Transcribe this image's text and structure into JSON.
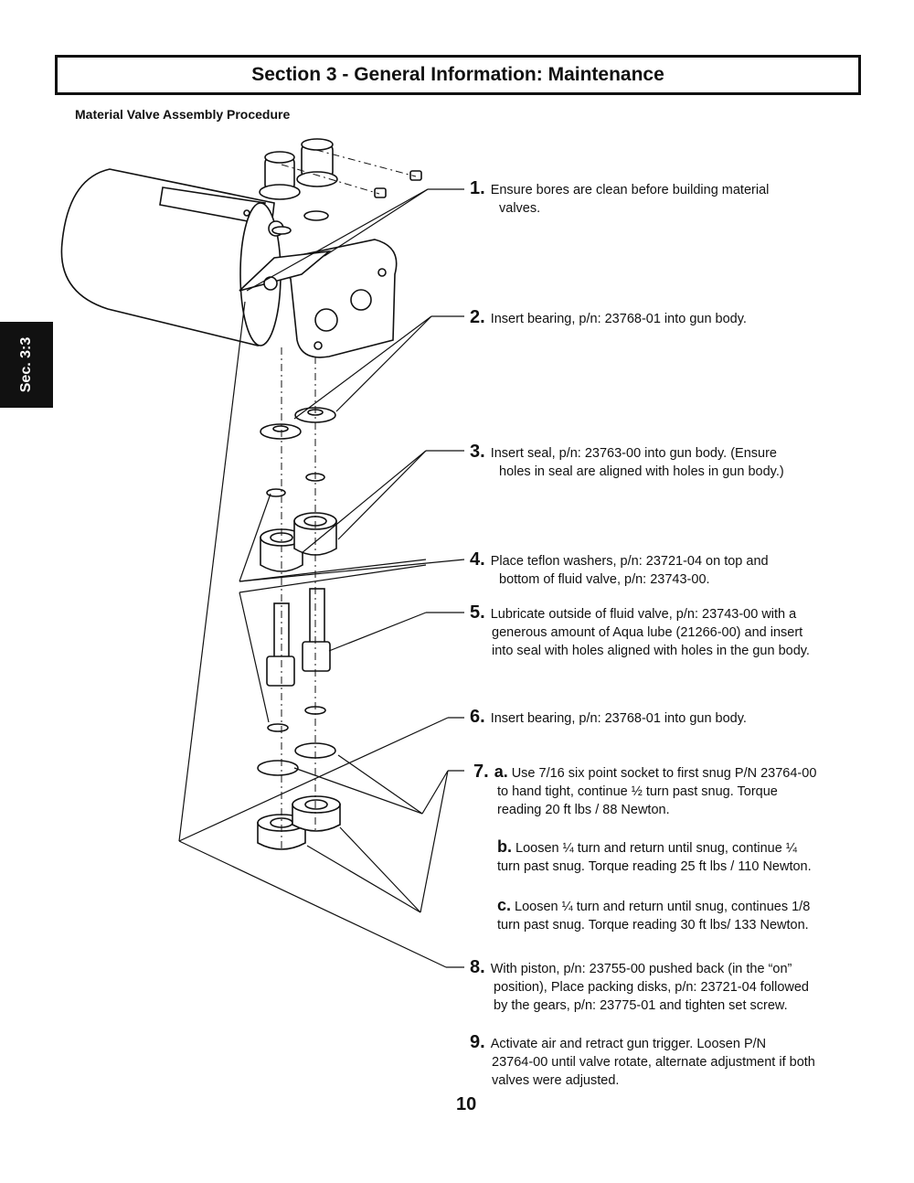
{
  "header": {
    "title": "Section 3 - General Information: Maintenance"
  },
  "subtitle": "Material Valve Assembly Procedure",
  "side_tab": "Sec. 3:3",
  "steps": [
    {
      "num": "1.",
      "lines": [
        "Ensure bores are clean before building material",
        "valves."
      ]
    },
    {
      "num": "2.",
      "lines": [
        "Insert bearing, p/n: 23768-01 into gun body."
      ]
    },
    {
      "num": "3.",
      "lines": [
        "Insert seal, p/n: 23763-00 into gun body. (Ensure",
        "holes in seal are aligned with holes in gun body.)"
      ]
    },
    {
      "num": "4.",
      "lines": [
        "Place teflon washers, p/n: 23721-04 on top and",
        "bottom of fluid valve, p/n: 23743-00."
      ]
    },
    {
      "num": "5.",
      "lines": [
        "Lubricate outside of fluid valve, p/n: 23743-00 with a",
        "generous amount of Aqua lube (21266-00) and insert",
        "into seal with holes aligned with holes in the gun body."
      ]
    },
    {
      "num": "6.",
      "lines": [
        "Insert bearing, p/n: 23768-01 into gun body."
      ]
    },
    {
      "num": "7.",
      "sub": "a.",
      "lines": [
        "Use 7/16 six point socket to first snug P/N 23764-00",
        "to hand tight, continue ½ turn past snug. Torque",
        "reading 20 ft lbs / 88 Newton."
      ]
    },
    {
      "sub": "b.",
      "lines": [
        "Loosen ¼ turn and return until snug, continue ¼",
        "turn past snug. Torque reading 25 ft lbs / 110 Newton."
      ]
    },
    {
      "sub": "c.",
      "lines": [
        "Loosen ¼ turn and return until snug, continues 1/8",
        "turn past snug. Torque reading 30 ft lbs/ 133 Newton."
      ]
    },
    {
      "num": "8.",
      "lines": [
        "With piston, p/n: 23755-00 pushed back (in the “on”",
        "position), Place packing disks, p/n: 23721-04 followed",
        "by the gears, p/n: 23775-01 and tighten set screw."
      ]
    },
    {
      "num": "9.",
      "lines": [
        "Activate air and retract gun trigger. Loosen P/N",
        "23764-00 until valve rotate, alternate adjustment if both",
        "valves were adjusted."
      ]
    }
  ],
  "page_number": "10"
}
